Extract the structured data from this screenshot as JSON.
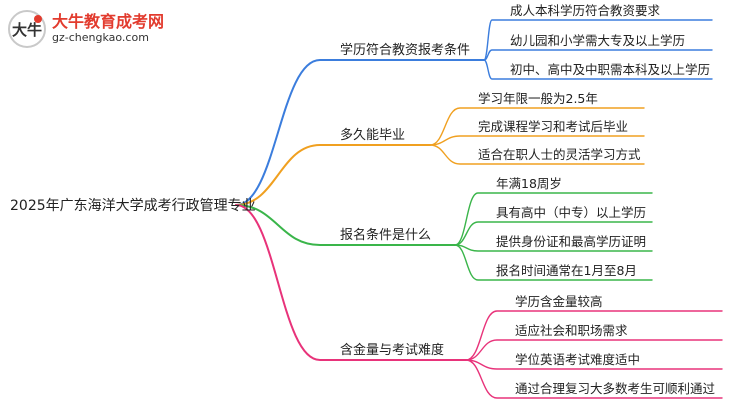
{
  "logo": {
    "title": "大牛教育成考网",
    "url": "gz-chengkao.com",
    "mark": "大牛"
  },
  "root": {
    "label": "2025年广东海洋大学成考行政管理专业"
  },
  "branches": [
    {
      "label": "学历符合教资报考条件",
      "color": "#3b7ddd",
      "leaves": [
        "成人本科学历符合教资要求",
        "幼儿园和小学需大专及以上学历",
        "初中、高中及中职需本科及以上学历"
      ]
    },
    {
      "label": "多久能毕业",
      "color": "#f0a020",
      "leaves": [
        "学习年限一般为2.5年",
        "完成课程学习和考试后毕业",
        "适合在职人士的灵活学习方式"
      ]
    },
    {
      "label": "报名条件是什么",
      "color": "#3ab54a",
      "leaves": [
        "年满18周岁",
        "具有高中（中专）以上学历",
        "提供身份证和最高学历证明",
        "报名时间通常在1月至8月"
      ]
    },
    {
      "label": "含金量与考试难度",
      "color": "#e8337a",
      "leaves": [
        "学历含金量较高",
        "适应社会和职场需求",
        "学位英语考试难度适中",
        "通过合理复习大多数考生可顺利通过"
      ]
    }
  ]
}
